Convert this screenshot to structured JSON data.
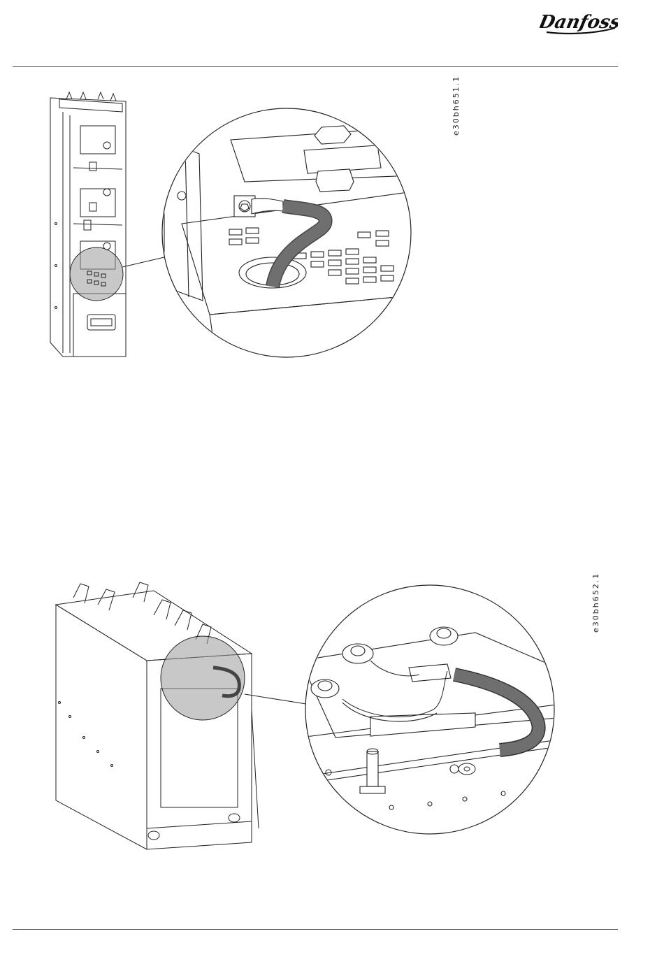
{
  "header": {
    "logo_text": "Danfoss",
    "logo_icon": "danfoss-logo"
  },
  "figures": [
    {
      "id_label": "e30bh651.1"
    },
    {
      "id_label": "e30bh652.1"
    }
  ]
}
